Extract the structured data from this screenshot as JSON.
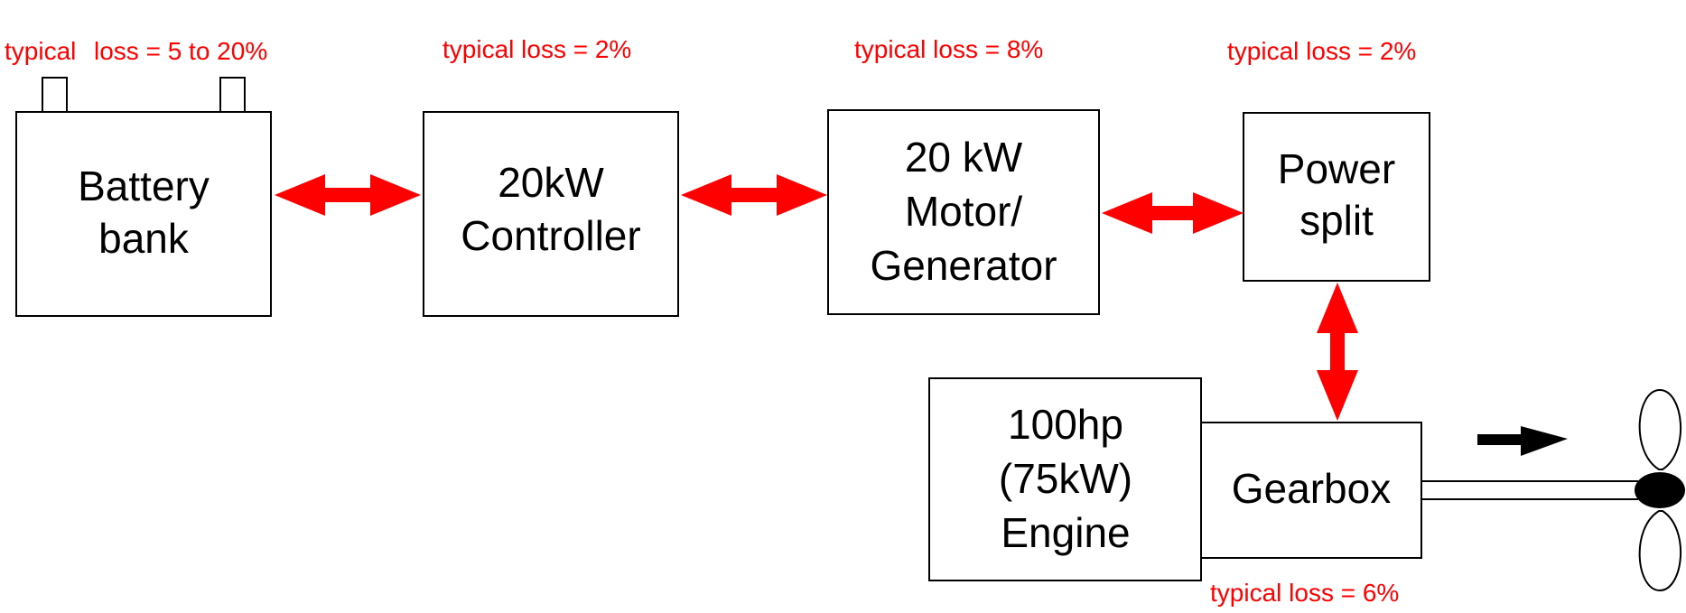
{
  "colors": {
    "loss_text": "#ff0000",
    "arrow": "#ff0000",
    "box_stroke": "#000000",
    "text": "#000000",
    "direction_arrow": "#000000"
  },
  "blocks": {
    "battery": {
      "line1": "Battery",
      "line2": "bank"
    },
    "controller": {
      "line1": "20kW",
      "line2": "Controller"
    },
    "motor": {
      "line1": "20 kW",
      "line2": "Motor/",
      "line3": "Generator"
    },
    "power_split": {
      "line1": "Power",
      "line2": "split"
    },
    "engine": {
      "line1": "100hp",
      "line2": "(75kW)",
      "line3": "Engine"
    },
    "gearbox": {
      "line1": "Gearbox"
    }
  },
  "losses": {
    "battery_prefix": "typical",
    "battery_value": "loss = 5 to 20%",
    "controller": "typical loss = 2%",
    "motor": "typical loss = 8%",
    "power_split": "typical loss = 2%",
    "gearbox": "typical loss = 6%"
  },
  "icons": {
    "propeller": "propeller-icon",
    "thrust_direction": "arrow-right-icon",
    "double_arrow": "double-arrow-icon"
  }
}
